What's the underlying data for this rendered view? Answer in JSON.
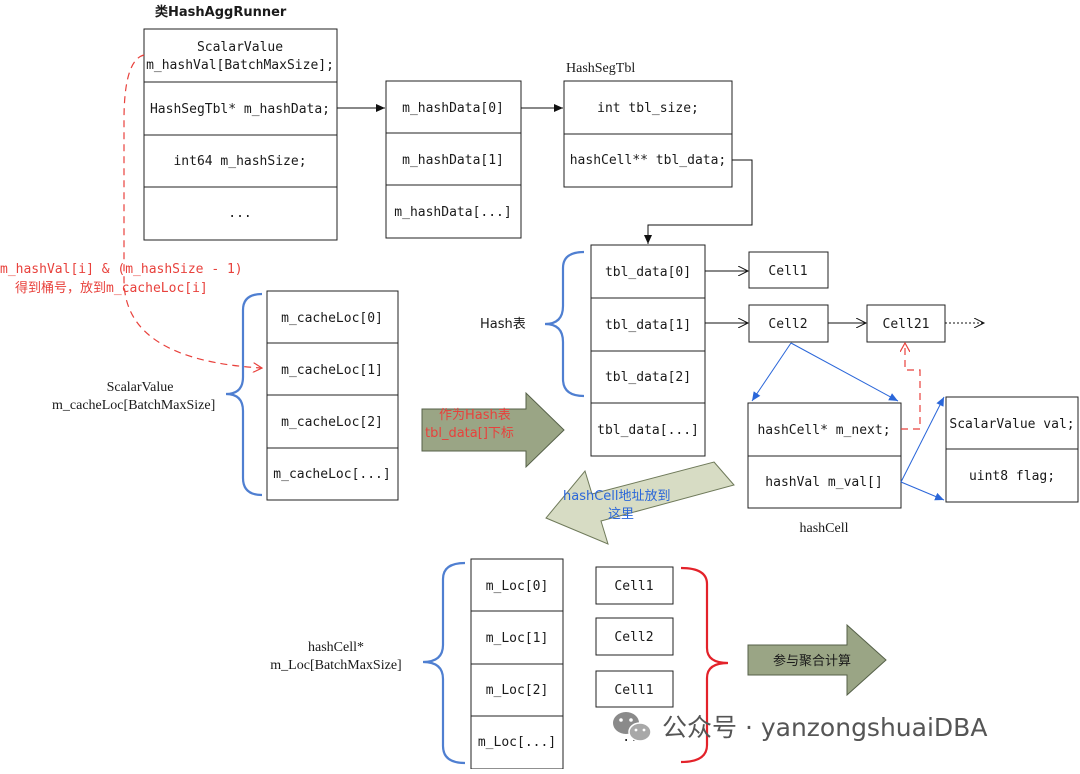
{
  "diagram": {
    "class_title": "类HashAggRunner",
    "runner_fields": [
      [
        "ScalarValue",
        "m_hashVal[BatchMaxSize];"
      ],
      [
        "HashSegTbl* m_hashData;"
      ],
      [
        "int64 m_hashSize;"
      ],
      [
        "..."
      ]
    ],
    "hashdata_items": [
      "m_hashData[0]",
      "m_hashData[1]",
      "m_hashData[...]"
    ],
    "segtbl_title": "HashSegTbl",
    "segtbl_fields": [
      "int tbl_size;",
      "hashCell** tbl_data;"
    ],
    "tbl_data_items": [
      "tbl_data[0]",
      "tbl_data[1]",
      "tbl_data[2]",
      "tbl_data[...]"
    ],
    "hash_table_label": "Hash表",
    "cells_chain": [
      "Cell1",
      "Cell2",
      "Cell21"
    ],
    "hashcell_fields": [
      "hashCell* m_next;",
      "hashVal m_val[]"
    ],
    "hashcell_label": "hashCell",
    "scalar_fields": [
      "ScalarValue val;",
      "uint8 flag;"
    ],
    "cacheloc_items": [
      "m_cacheLoc[0]",
      "m_cacheLoc[1]",
      "m_cacheLoc[2]",
      "m_cacheLoc[...]"
    ],
    "cacheloc_label_1": "ScalarValue",
    "cacheloc_label_2a": "m_cacheLoc[",
    "cacheloc_label_2b": "BatchMaxSize]",
    "red_note_1": "m_hashVal[i] & (m_hashSize - 1)",
    "red_note_2": "得到桶号，放到m_cacheLoc[i]",
    "as_index_1": "作为Hash表",
    "as_index_2": "tbl_data[]下标",
    "blue_note_1": "hashCell地址放到",
    "blue_note_2": "这里",
    "loc_items": [
      "m_Loc[0]",
      "m_Loc[1]",
      "m_Loc[2]",
      "m_Loc[...]"
    ],
    "loc_cells": [
      "Cell1",
      "Cell2",
      "Cell1",
      "..."
    ],
    "loc_label_1": "hashCell*",
    "loc_label_2": "m_Loc[BatchMaxSize]",
    "agg_label": "参与聚合计算",
    "watermark": "公众号 · yanzongshuaiDBA"
  }
}
